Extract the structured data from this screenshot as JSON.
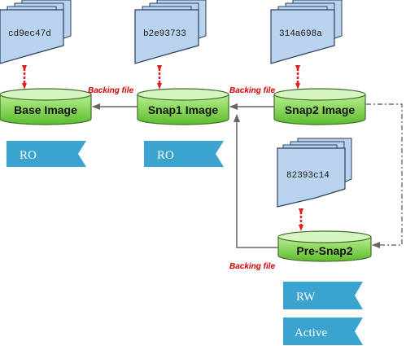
{
  "snapshots": {
    "base": {
      "hash": "cd9ec47d",
      "label": "Base Image"
    },
    "snap1": {
      "hash": "b2e93733",
      "label": "Snap1 Image"
    },
    "snap2": {
      "hash": "314a698a",
      "label": "Snap2 Image"
    },
    "presnap2": {
      "hash": "82393c14",
      "label": "Pre-Snap2"
    }
  },
  "backing_label": "Backing file",
  "tags": {
    "base_ro": "RO",
    "snap1_ro": "RO",
    "presnap2_rw": "RW",
    "presnap2_active": "Active"
  },
  "colors": {
    "doc_fill": "#b9d3ee",
    "doc_stroke": "#2b3f5c",
    "disk_top": "#d7f5c0",
    "disk_body": "#7fd64a",
    "disk_stroke": "#3f6b2a",
    "tag_fill": "#3aa3cf",
    "arrow": "#666666",
    "link_red": "#e02020"
  }
}
